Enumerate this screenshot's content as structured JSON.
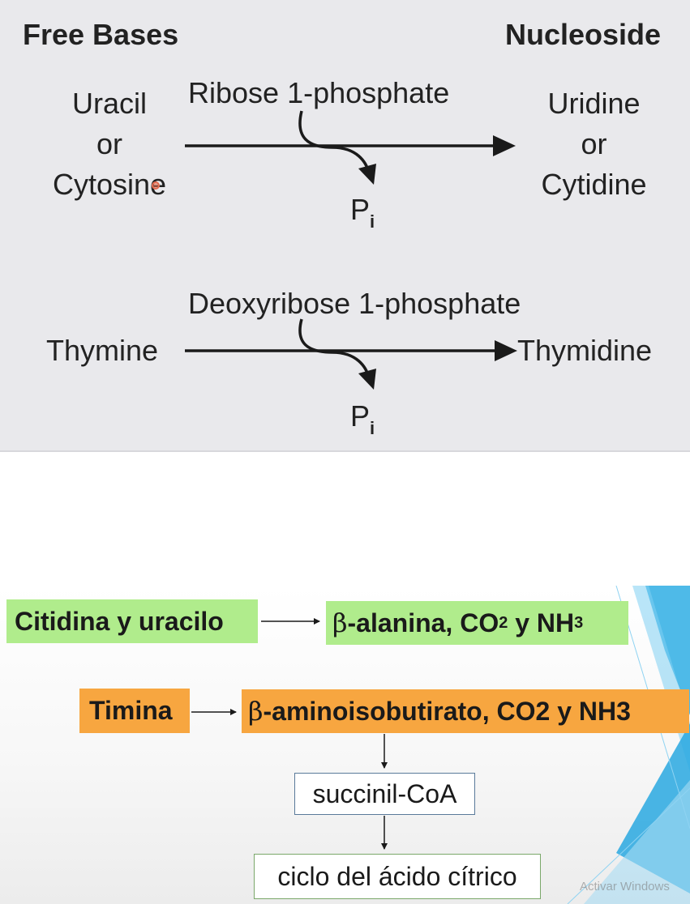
{
  "top": {
    "header_left": "Free Bases",
    "header_right": "Nucleoside",
    "reaction1": {
      "substrate": [
        "Uracil",
        "or",
        "Cytosine"
      ],
      "cosubstrate": "Ribose 1-phosphate",
      "byproduct": "P",
      "byproduct_sub": "i",
      "product": [
        "Uridine",
        "or",
        "Cytidine"
      ]
    },
    "reaction2": {
      "substrate": "Thymine",
      "cosubstrate": "Deoxyribose 1-phosphate",
      "byproduct": "P",
      "byproduct_sub": "i",
      "product": "Thymidine"
    }
  },
  "bottom": {
    "row1": {
      "source": "Citidina y uracilo",
      "product_beta": "β",
      "product_text": "-alanina, CO",
      "product_sub1": "2",
      "product_mid": " y NH",
      "product_sub2": "3"
    },
    "row2": {
      "source": "Timina",
      "product_beta": "β",
      "product_text": "-aminoisobutirato, CO2 y NH3"
    },
    "step1": "succinil-CoA",
    "step2": "ciclo del ácido cítrico",
    "watermark": "Activar Windows"
  },
  "colors": {
    "top_bg": "#e9e9ec",
    "green_box": "#b0ec8c",
    "orange_box": "#f7a640",
    "slide_accent": "#29a8e0"
  }
}
